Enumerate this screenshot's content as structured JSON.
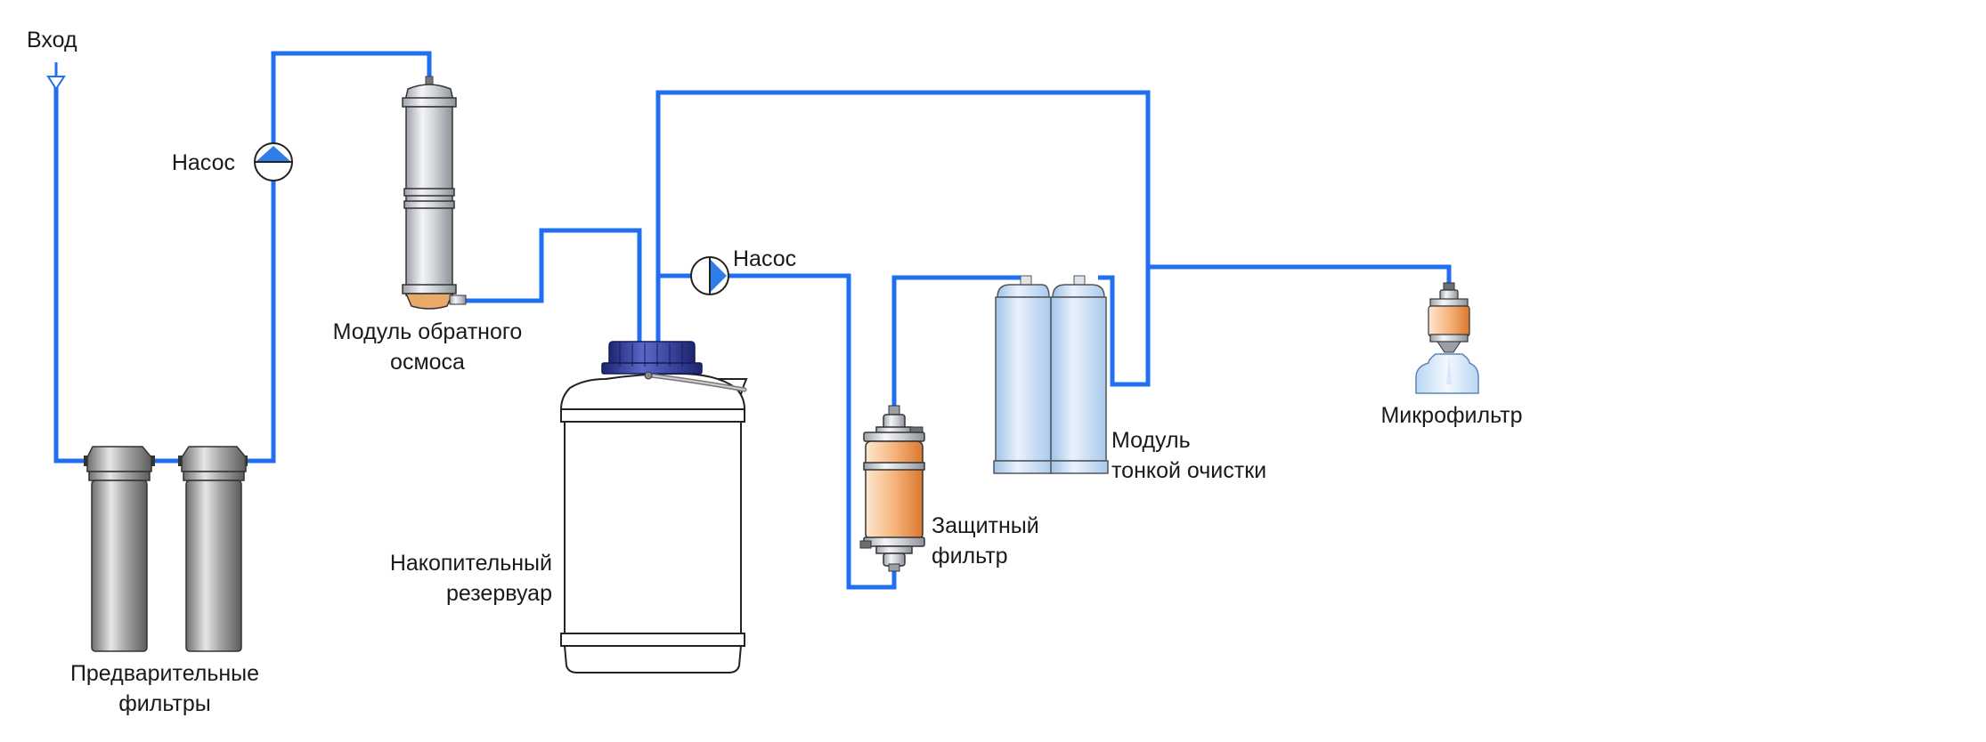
{
  "labels": {
    "inlet": "Вход",
    "pump_1": "Насос",
    "pump_2": "Насос",
    "ro_module": [
      "Модуль обратного",
      "осмоса"
    ],
    "prefilters": [
      "Предварительные",
      "фильтры"
    ],
    "storage_tank": [
      "Накопительный",
      "резервуар"
    ],
    "guard_filter": [
      "Защитный",
      "фильтр"
    ],
    "polishing_module": [
      "Модуль",
      "тонкой очистки"
    ],
    "microfilter": "Микрофильтр"
  },
  "colors": {
    "pipe": "#1f6ff0",
    "pump_fill": "#2f7de6",
    "prefilter_metal": "#9a9a9a",
    "ro_module_metal": "#c9ccd1",
    "tank_cap": "#2c3a9c",
    "guard_filter_orange": "#f3a866",
    "polishing_cartridge": "#bcd6f2",
    "microfilter_orange": "#f0b27a",
    "text": "#1a1a1a"
  },
  "icons": [
    "inlet-arrow-icon",
    "pump-icon",
    "prefilter-housing-icon",
    "ro-module-icon",
    "storage-tank-icon",
    "guard-filter-icon",
    "polishing-cartridge-icon",
    "microfilter-icon"
  ]
}
